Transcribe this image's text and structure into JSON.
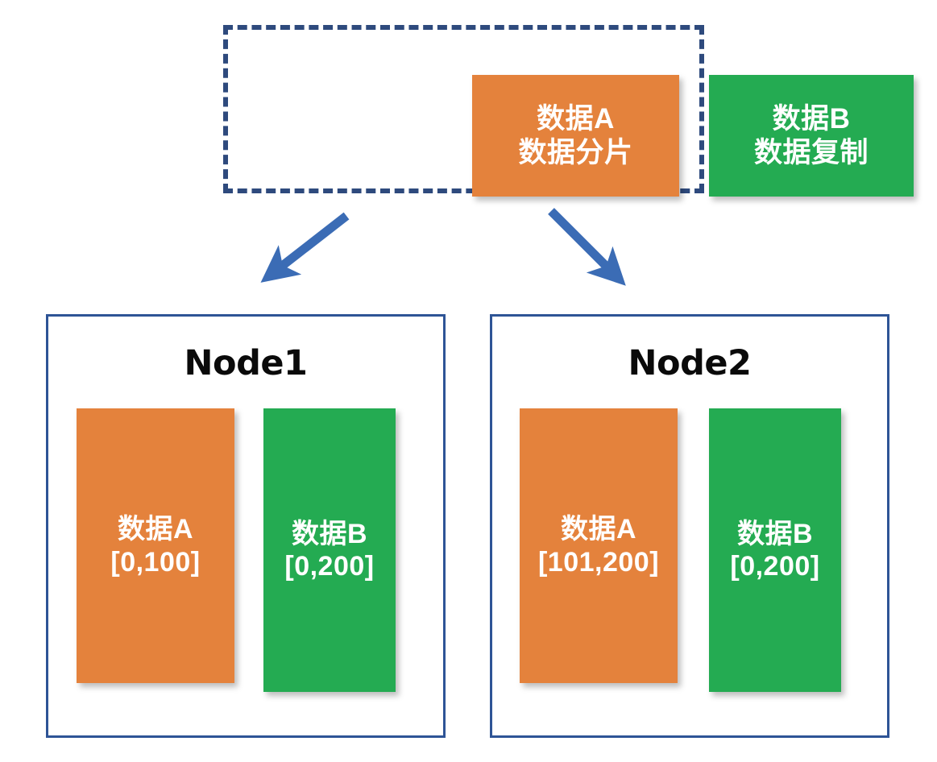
{
  "diagram": {
    "title": "",
    "colors": {
      "data_a": "#E4823C",
      "data_b": "#24AB52",
      "arrow": "#3B6CB5",
      "dashed_border": "#2E4A7D",
      "node_border": "#2E5496",
      "node_title": "#0a0a0a",
      "background": "#ffffff"
    },
    "source_group": {
      "border_style": "dashed",
      "chips": [
        {
          "id": "data-a-source",
          "color_key": "data_a",
          "lines": [
            "数据A",
            "数据分片"
          ]
        },
        {
          "id": "data-b-source",
          "color_key": "data_b",
          "lines": [
            "数据B",
            "数据复制"
          ]
        }
      ]
    },
    "arrows": [
      {
        "id": "arrow-to-node1",
        "from": "source-group",
        "to": "node1",
        "direction": "down-left"
      },
      {
        "id": "arrow-to-node2",
        "from": "source-group",
        "to": "node2",
        "direction": "down-right"
      }
    ],
    "nodes": [
      {
        "id": "node1",
        "title": "Node1",
        "chips": [
          {
            "id": "node1-data-a",
            "color_key": "data_a",
            "lines": [
              "数据A",
              "[0,100]"
            ],
            "label": "数据A",
            "range": "[0,100]"
          },
          {
            "id": "node1-data-b",
            "color_key": "data_b",
            "lines": [
              "数据B",
              "[0,200]"
            ],
            "label": "数据B",
            "range": "[0,200]"
          }
        ]
      },
      {
        "id": "node2",
        "title": "Node2",
        "chips": [
          {
            "id": "node2-data-a",
            "color_key": "data_a",
            "lines": [
              "数据A",
              "[101,200]"
            ],
            "label": "数据A",
            "range": "[101,200]"
          },
          {
            "id": "node2-data-b",
            "color_key": "data_b",
            "lines": [
              "数据B",
              "[0,200]"
            ],
            "label": "数据B",
            "range": "[0,200]"
          }
        ]
      }
    ]
  }
}
